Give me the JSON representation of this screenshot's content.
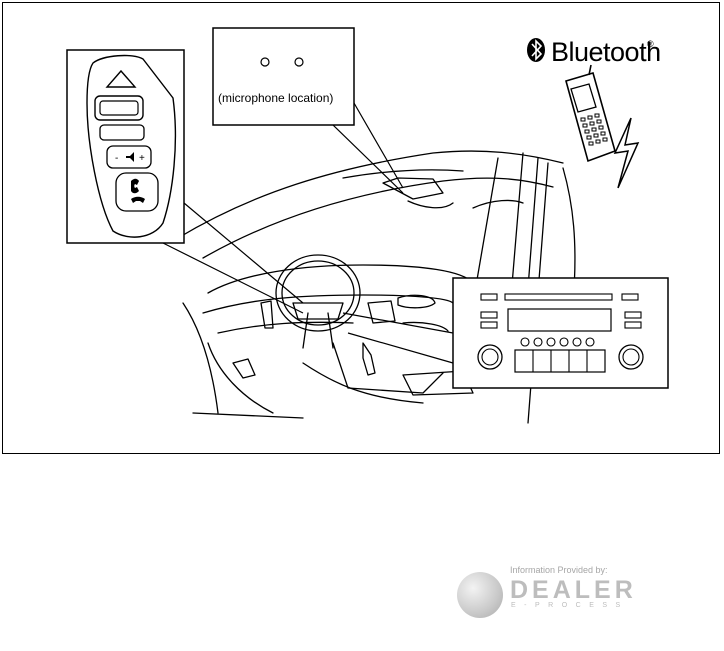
{
  "figure": {
    "microphone_label": "(microphone location)",
    "bluetooth_wordmark": "Bluetooth",
    "bluetooth_registered_mark": "®",
    "icons": [
      "bluetooth-icon",
      "cell-phone-icon",
      "lightning-signal-icon",
      "volume-icon",
      "phone-answer-icon",
      "phone-hangup-icon"
    ]
  },
  "steering_controls": {
    "volume_minus": "-",
    "volume_plus": "+"
  },
  "watermark": {
    "credit": "Information Provided by:",
    "brand": "DEALER",
    "brand_sub": "E-PROCESS"
  }
}
